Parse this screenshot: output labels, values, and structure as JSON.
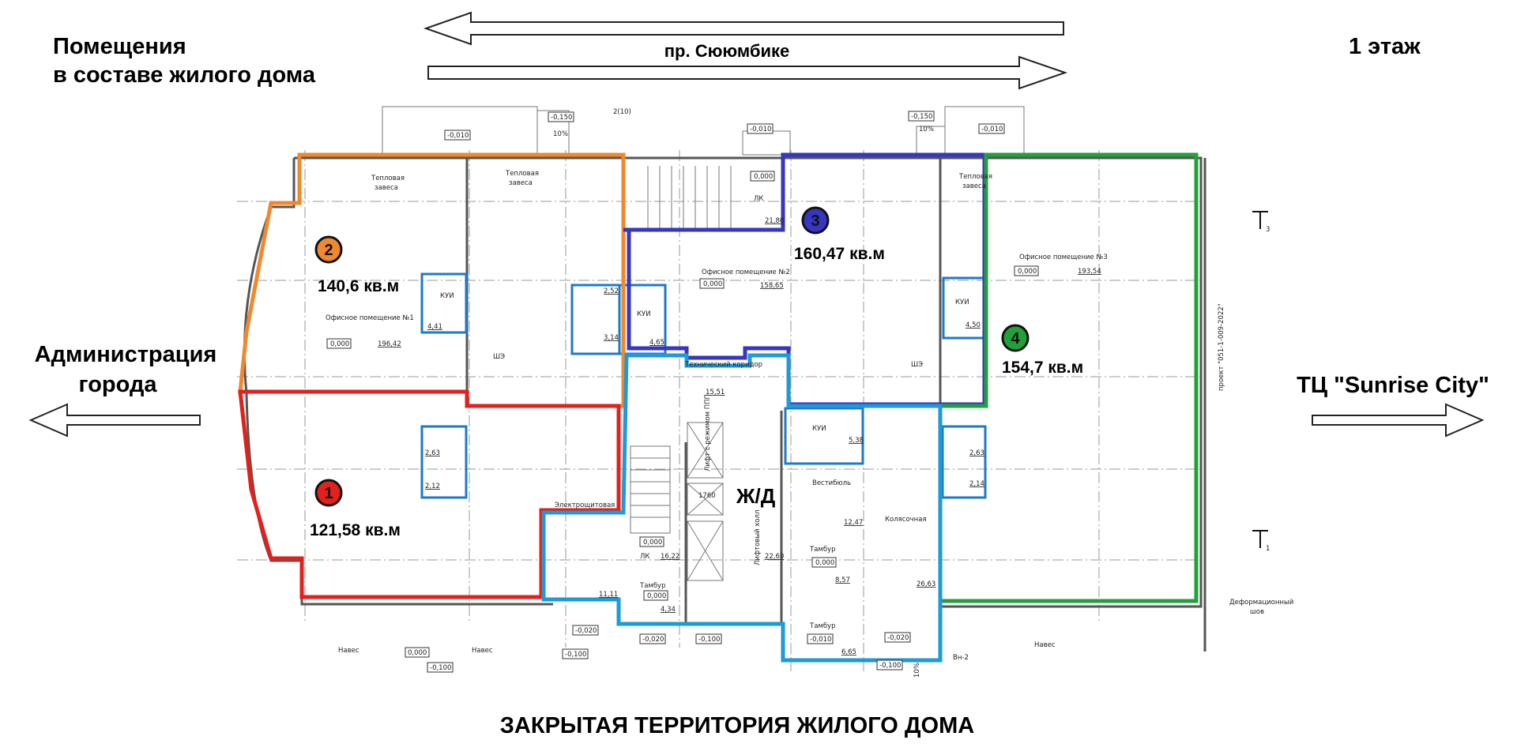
{
  "header": {
    "title_line1": "Помещения",
    "title_line2": "в составе жилого дома",
    "floor": "1 этаж",
    "street": "пр. Сююмбике",
    "left_neighbor_line1": "Администрация",
    "left_neighbor_line2": "города",
    "right_neighbor": "ТЦ \"Sunrise City\"",
    "bottom_caption": "ЗАКРЫТАЯ ТЕРРИТОРИЯ ЖИЛОГО ДОМА"
  },
  "colors": {
    "zone_1": "#e3201b",
    "zone_2": "#f0892e",
    "zone_3": "#3636c0",
    "zone_4": "#22a03a",
    "residential": "#1e9ad6"
  },
  "zones": [
    {
      "number": "1",
      "area": "121,58 кв.м"
    },
    {
      "number": "2",
      "area": "140,6 кв.м"
    },
    {
      "number": "3",
      "area": "160,47 кв.м"
    },
    {
      "number": "4",
      "area": "154,7 кв.м"
    }
  ],
  "residential_label": "Ж/Д",
  "plan": {
    "heat_curtain": "Тепловая завеса",
    "heat_curtain_l1": "Тепловая",
    "heat_curtain_l2": "завеса",
    "office_1": "Офисное помещение №1",
    "office_1_level": "0,000",
    "office_1_area": "196,42",
    "office_2": "Офисное помещение №2",
    "office_2_level": "0,000",
    "office_2_area": "158,65",
    "office_3": "Офисное помещение №3",
    "office_3_level": "0,000",
    "office_3_area": "193,54",
    "kui": "КУИ",
    "kui_1_area": "4,41",
    "kui_2_area": "4,65",
    "kui_3_area": "4,50",
    "kui_4_area": "5,38",
    "wc_a1": "2,52",
    "wc_a2": "3,14",
    "wc_b1": "2,63",
    "wc_b2": "2,12",
    "wc_c1": "2,63",
    "wc_c2": "2,14",
    "stair_top_level": "0,000",
    "lk": "ЛК",
    "stair_top_area": "21,80",
    "tech_corridor": "Технический коридор",
    "tech_corridor_area": "15,51",
    "vestibule": "Вестибюль",
    "vestibule_area": "12,47",
    "stroller_room": "Колясочная",
    "stroller_room_area": "26,63",
    "elevator_hall": "Лифтовый холл",
    "elevator_hall_area": "22,60",
    "elevator_fire": "Лифт с режимом ППП",
    "elevator_dim": "1760",
    "electrical_room": "Электрощитовая",
    "electrical_room_area": "11,11",
    "stair_bottom_level": "0,000",
    "stair_bottom_area": "16,22",
    "vestibule_lock": "Тамбур",
    "lock_1_level": "0,000",
    "lock_1_area": "4,34",
    "lock_2_level": "0,000",
    "lock_2_area": "8,57",
    "lock_3_level": "-0,010",
    "lock_3_area": "6,65",
    "canopy": "Навес",
    "expansion_joint_l1": "Деформационный",
    "expansion_joint_l2": "шов",
    "vn2": "Вн-2",
    "project_code": "проект \"051-1-009-2022\"",
    "section_ref": "2(10)",
    "section_3": "3",
    "section_1": "1",
    "sh3": "ШЭ",
    "elev_m0150": "-0,150",
    "elev_m0010": "-0,010",
    "elev_m0020": "-0,020",
    "elev_m0100": "-0,100",
    "elev_0000": "0,000",
    "slope": "10%"
  }
}
